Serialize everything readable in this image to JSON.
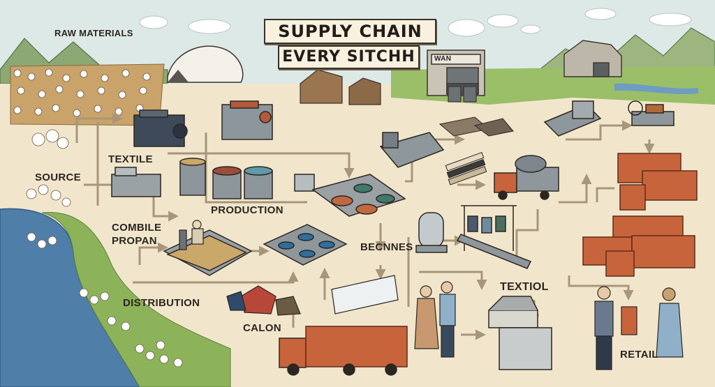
{
  "title": {
    "line1": "SUPPLY CHAIN",
    "line2": "EVERY SITCHH"
  },
  "labels": {
    "raw_materials": "RAW MATERIALS",
    "source": "SOURCE",
    "textile": "TEXTILE",
    "production": "PRODUCTION",
    "combile": "COMBILE",
    "propan": "PROPAN",
    "becnnes": "BECNNES",
    "distribution": "DISTRIBUTION",
    "calon": "CALON",
    "textiol": "TEXTIOL",
    "retail": "RETAIL",
    "factory_sign": "WAN"
  },
  "colors": {
    "paper": "#f3ead6",
    "sky": "#dbe8e8",
    "water": "#4f7fa8",
    "grass": "#8db35a",
    "container": "#c8643c",
    "steel": "#7d868c",
    "arrow": "#a8967a",
    "ink": "#2b2620"
  }
}
